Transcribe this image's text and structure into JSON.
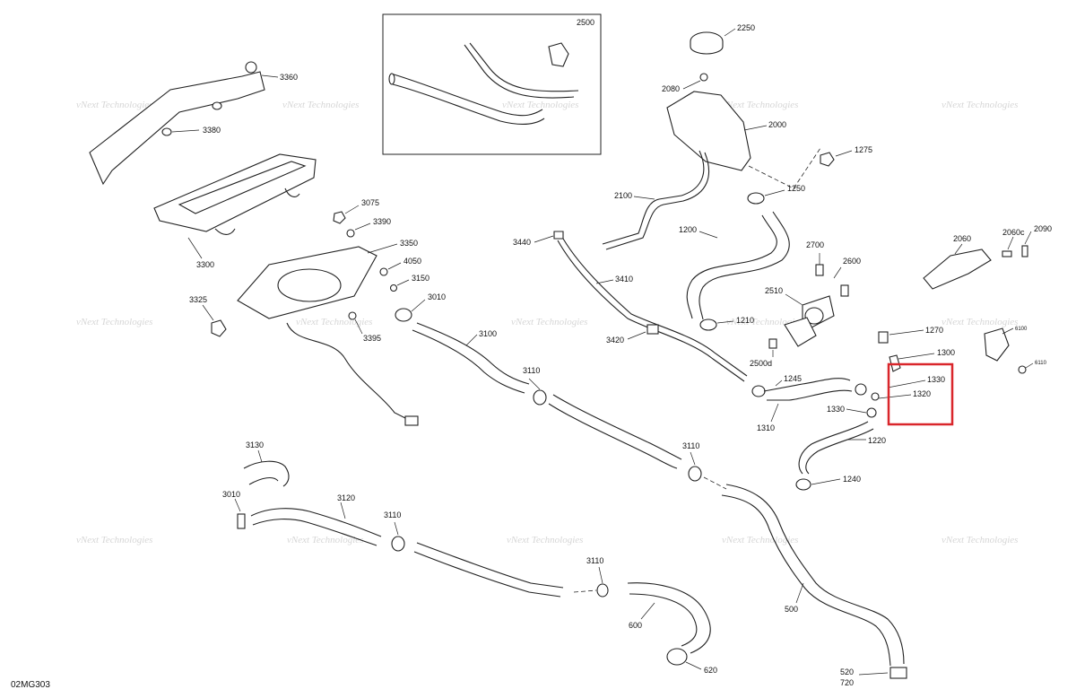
{
  "diagram_code": "02MG303",
  "watermark": "vNext Technologies",
  "highlight_color": "#d9262b",
  "labels": {
    "p2500": "2500",
    "p2250": "2250",
    "p2080": "2080",
    "p2000": "2000",
    "p1275": "1275",
    "p1250": "1250",
    "p2100": "2100",
    "p1200": "1200",
    "p3360": "3360",
    "p3380": "3380",
    "p3300": "3300",
    "p3075": "3075",
    "p3390": "3390",
    "p3350": "3350",
    "p4050": "4050",
    "p3150": "3150",
    "p3010a": "3010",
    "p3325": "3325",
    "p3395": "3395",
    "p3100": "3100",
    "p3110a": "3110",
    "p3440": "3440",
    "p3410": "3410",
    "p3420": "3420",
    "p2700": "2700",
    "p2600": "2600",
    "p2510": "2510",
    "p1210": "1210",
    "p2500d": "2500d",
    "p2060": "2060",
    "p2060c": "2060c",
    "p2090": "2090",
    "p1270": "1270",
    "p1300": "1300",
    "p6100": "6100",
    "p6110": "6110",
    "p1245": "1245",
    "p1330a": "1330",
    "p1320": "1320",
    "p1330b": "1330",
    "p1310": "1310",
    "p1220": "1220",
    "p1240": "1240",
    "p3110b": "3110",
    "p3130": "3130",
    "p3010b": "3010",
    "p3120": "3120",
    "p3110c": "3110",
    "p3110d": "3110",
    "p600": "600",
    "p620": "620",
    "p500": "500",
    "p520": "520",
    "p720": "720"
  }
}
